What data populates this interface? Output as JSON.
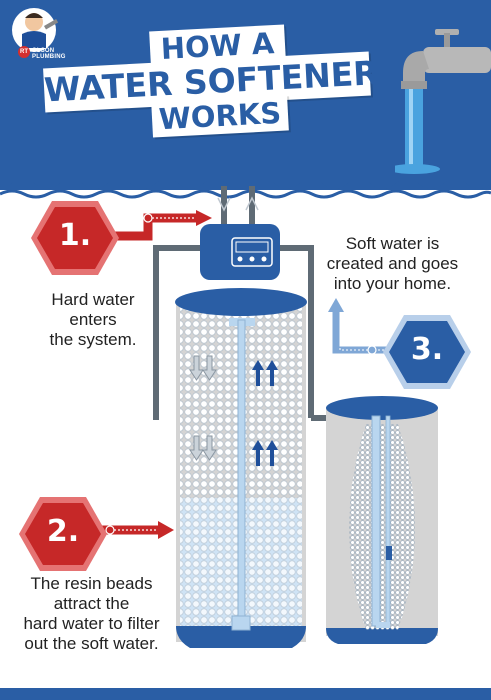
{
  "logo": {
    "initials": "RT",
    "brand": "OLSON PLUMBING",
    "avatar": "plumber-mascot-icon"
  },
  "title": {
    "line1": "HOW A",
    "line2": "WATER SOFTENER",
    "line3": "WORKS"
  },
  "steps": [
    {
      "number": "1.",
      "text": "Hard water enters the system.",
      "lines": [
        "Hard water",
        "enters",
        "the system."
      ]
    },
    {
      "number": "2.",
      "text": "The resin beads attract the hard water to filter out the soft water.",
      "lines": [
        "The resin beads",
        "attract the",
        "hard water to filter",
        "out the soft water."
      ]
    },
    {
      "number": "3.",
      "text": "Soft water is created and goes into your home.",
      "lines": [
        "Soft water is",
        "created and goes",
        "into your home."
      ]
    }
  ],
  "colors": {
    "brand_blue": "#2a5ea5",
    "step_red": "#c62828",
    "step_red_light": "#e57373",
    "pipe_grey": "#5f6b75",
    "tank_grey": "#cfcfcf",
    "water_light": "#cfe3f5",
    "arrow_blue": "#1f4f9a",
    "white": "#ffffff"
  },
  "icons": [
    "faucet-icon",
    "control-head-icon",
    "down-arrow-icon",
    "up-arrow-icon",
    "resin-bead-icon",
    "brine-tank-icon"
  ]
}
